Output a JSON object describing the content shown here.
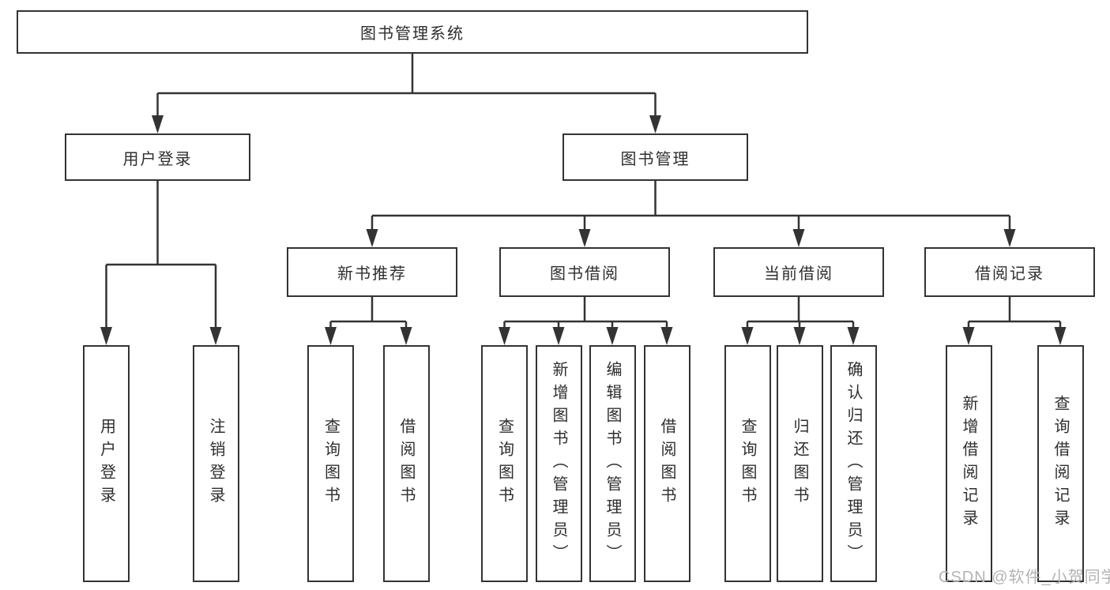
{
  "diagram": {
    "root": {
      "label": "图书管理系统"
    },
    "level2": [
      {
        "label": "用户登录"
      },
      {
        "label": "图书管理"
      }
    ],
    "level3": [
      {
        "label": "新书推荐"
      },
      {
        "label": "图书借阅"
      },
      {
        "label": "当前借阅"
      },
      {
        "label": "借阅记录"
      }
    ],
    "level4": [
      {
        "label": "用户登录"
      },
      {
        "label": "注销登录"
      },
      {
        "label": "查询图书"
      },
      {
        "label": "借阅图书"
      },
      {
        "label": "查询图书"
      },
      {
        "label": "新增图书（管理员）"
      },
      {
        "label": "编辑图书（管理员）"
      },
      {
        "label": "借阅图书"
      },
      {
        "label": "查询图书"
      },
      {
        "label": "归还图书"
      },
      {
        "label": "确认归还（管理员）"
      },
      {
        "label": "新增借阅记录"
      },
      {
        "label": "查询借阅记录"
      }
    ]
  },
  "watermark": {
    "text": "CSDN @软件_小贺同学"
  },
  "colors": {
    "line": "#333333",
    "border": "#333333",
    "text": "#2e2e2e",
    "watermark": "#b3b3b3",
    "background": "#ffffff"
  }
}
